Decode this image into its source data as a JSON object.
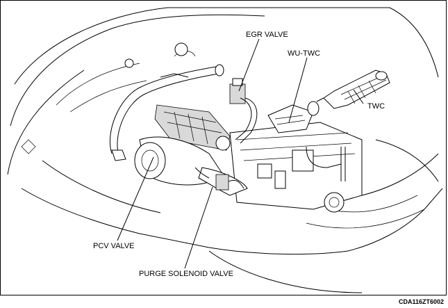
{
  "labels": {
    "egr_valve": "EGR VALVE",
    "wu_twc": "WU-TWC",
    "twc": "TWC",
    "pcv_valve": "PCV VALVE",
    "purge_solenoid_valve": "PURGE SOLENOID VALVE"
  },
  "figure_code": "CDA116ZT6002",
  "colors": {
    "line": "#000000",
    "background": "#ffffff",
    "shade": "#d9d9d9"
  }
}
